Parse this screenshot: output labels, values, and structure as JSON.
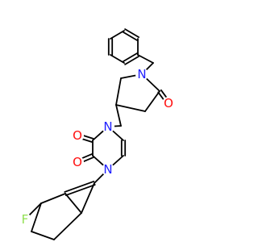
{
  "colors": {
    "bond": "#000000",
    "O": "#ff0d0d",
    "N": "#2020ff",
    "F": "#90e050",
    "background": "#ffffff"
  },
  "atoms": [
    {
      "id": "O1",
      "element": "O",
      "label": "O"
    },
    {
      "id": "O2",
      "element": "O",
      "label": "O"
    },
    {
      "id": "O3",
      "element": "O",
      "label": "O"
    },
    {
      "id": "N1",
      "element": "N",
      "label": "N"
    },
    {
      "id": "N2",
      "element": "N",
      "label": "N"
    },
    {
      "id": "N3",
      "element": "N",
      "label": "N"
    },
    {
      "id": "F1",
      "element": "F",
      "label": "F"
    }
  ]
}
